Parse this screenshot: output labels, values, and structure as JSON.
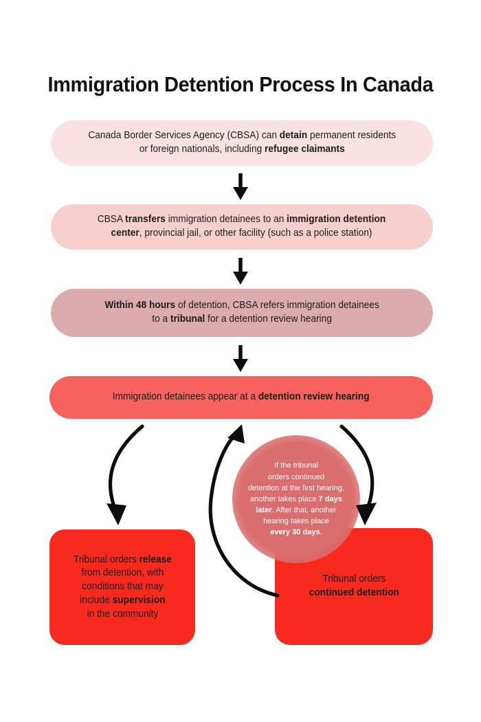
{
  "page": {
    "title": "Immigration Detention Process In Canada",
    "background_color": "#ffffff"
  },
  "colors": {
    "box_detain": "#fbe2e2",
    "box_transfer": "#f8cfcf",
    "box_48hours": "#dbacab",
    "box_hearing": "#f7625f",
    "box_outcome": "#f82a1e",
    "circle_note": "#da6d6d",
    "arrow": "#0d0d0d",
    "title_text": "#111111",
    "body_text": "#1c1c1c",
    "circle_text": "#ffffff"
  },
  "flow": {
    "steps": [
      {
        "id": "detain",
        "name": "cbsa-detain-step",
        "text_html": "Canada Border Services Agency (CBSA) can <b>detain</b> permanent residents<br>or foreign nationals, including <b>refugee claimants</b>",
        "text_plain": "Canada Border Services Agency (CBSA) can detain permanent residents or foreign nationals, including refugee claimants",
        "fill": "#fbe2e2"
      },
      {
        "id": "transfer",
        "name": "cbsa-transfer-step",
        "text_html": "CBSA <b>transfers</b> immigration detainees to an <b>immigration detention</b><br><b>center</b>, provincial jail, or other facility (such as a police station)",
        "text_plain": "CBSA transfers immigration detainees to an immigration detention center, provincial jail, or other facility (such as a police station)",
        "fill": "#f8cfcf"
      },
      {
        "id": "within48",
        "name": "within-48-hours-step",
        "text_html": "<b>Within 48 hours</b> of detention, CBSA refers immigration detainees<br>to a <b>tribunal</b> for a detention review hearing",
        "text_plain": "Within 48 hours of detention, CBSA refers immigration detainees to a tribunal for a detention review hearing",
        "fill": "#dbacab"
      },
      {
        "id": "hearing",
        "name": "detention-review-hearing-step",
        "text_html": "Immigration detainees appear at a <b>detention review hearing</b>",
        "text_plain": "Immigration detainees appear at a detention review hearing",
        "fill": "#f7625f"
      }
    ],
    "outcomes": [
      {
        "id": "release",
        "name": "outcome-release",
        "text_html": "Tribunal orders <b>release</b><br>from detention, with<br>conditions that may<br>include <b>supervision</b><br>in the community",
        "text_plain": "Tribunal orders release from detention, with conditions that may include supervision in the community",
        "fill": "#f82a1e"
      },
      {
        "id": "continued",
        "name": "outcome-continued-detention",
        "text_html": "Tribunal orders<br><b>continued detention</b>",
        "text_plain": "Tribunal orders continued detention",
        "fill": "#f82a1e"
      }
    ],
    "note": {
      "name": "repeat-hearing-note",
      "text_html": "If the tribunal<br>orders continued<br>detention at the first hearing,<br>another takes place <b>7 days</b><br><b>later</b>. After that, another<br>hearing takes place<br><b>every 30 days</b>.",
      "text_plain": "If the tribunal orders continued detention at the first hearing, another takes place 7 days later. After that, another hearing takes place every 30 days.",
      "fill": "#da6d6d"
    },
    "connectors": [
      {
        "name": "arrow-detain-to-transfer",
        "kind": "straight-down"
      },
      {
        "name": "arrow-transfer-to-48hours",
        "kind": "straight-down"
      },
      {
        "name": "arrow-48hours-to-hearing",
        "kind": "straight-down"
      },
      {
        "name": "arrow-hearing-to-release",
        "kind": "curve-down-left"
      },
      {
        "name": "arrow-hearing-to-continued",
        "kind": "curve-down-right"
      },
      {
        "name": "arrow-continued-back-to-hearing",
        "kind": "curve-up-loop"
      }
    ]
  }
}
